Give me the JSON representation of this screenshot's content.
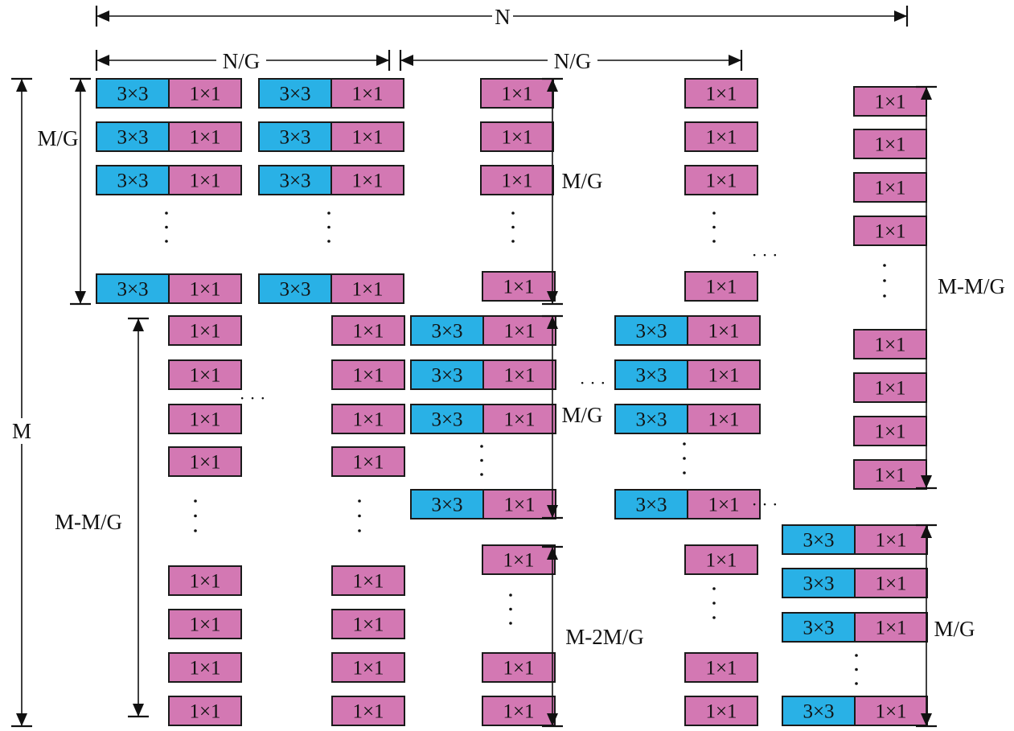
{
  "labels": {
    "n": "N",
    "n_over_g": "N/G",
    "m": "M",
    "m_over_g": "M/G",
    "m_minus_m_over_g": "M-M/G",
    "m_minus_2m_over_g": "M-2M/G",
    "conv3": "3×3",
    "conv1": "1×1",
    "ellipsis": "· · ·"
  },
  "colors": {
    "conv3_fill": "#29b1e6",
    "conv1_fill": "#d378b3",
    "stroke": "#1a1a1a"
  }
}
